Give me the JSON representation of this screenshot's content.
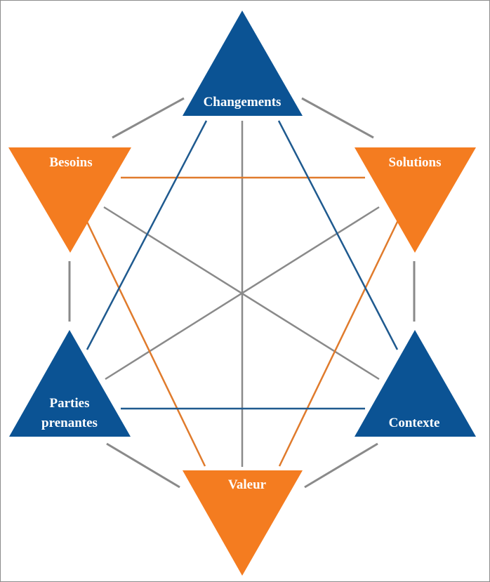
{
  "diagram": {
    "nodes": {
      "changements": {
        "label": "Changements"
      },
      "besoins": {
        "label": "Besoins"
      },
      "solutions": {
        "label": "Solutions"
      },
      "parties_prenantes": {
        "line1": "Parties",
        "line2": "prenantes"
      },
      "contexte": {
        "label": "Contexte"
      },
      "valeur": {
        "label": "Valeur"
      }
    },
    "colors": {
      "blue": "#0b5394",
      "orange": "#f47c20",
      "gray": "#8a8a8a"
    }
  }
}
